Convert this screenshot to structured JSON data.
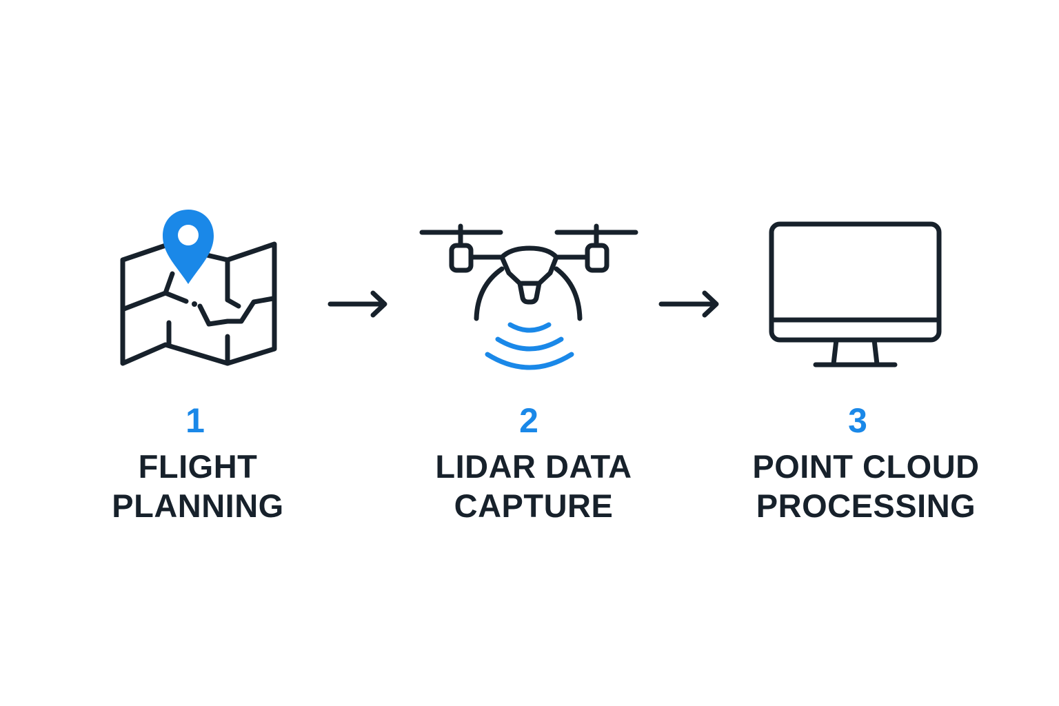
{
  "colors": {
    "accent": "#1a88e8",
    "ink": "#17212b",
    "background": "#ffffff"
  },
  "steps": [
    {
      "number": "1",
      "label_lines": [
        "FLIGHT",
        "PLANNING"
      ],
      "icon": "map-pin-icon"
    },
    {
      "number": "2",
      "label_lines": [
        "LIDAR DATA",
        "CAPTURE"
      ],
      "icon": "drone-scan-icon"
    },
    {
      "number": "3",
      "label_lines": [
        "POINT CLOUD",
        "PROCESSING"
      ],
      "icon": "monitor-icon"
    }
  ],
  "connectors": [
    "arrow-right-icon",
    "arrow-right-icon"
  ]
}
